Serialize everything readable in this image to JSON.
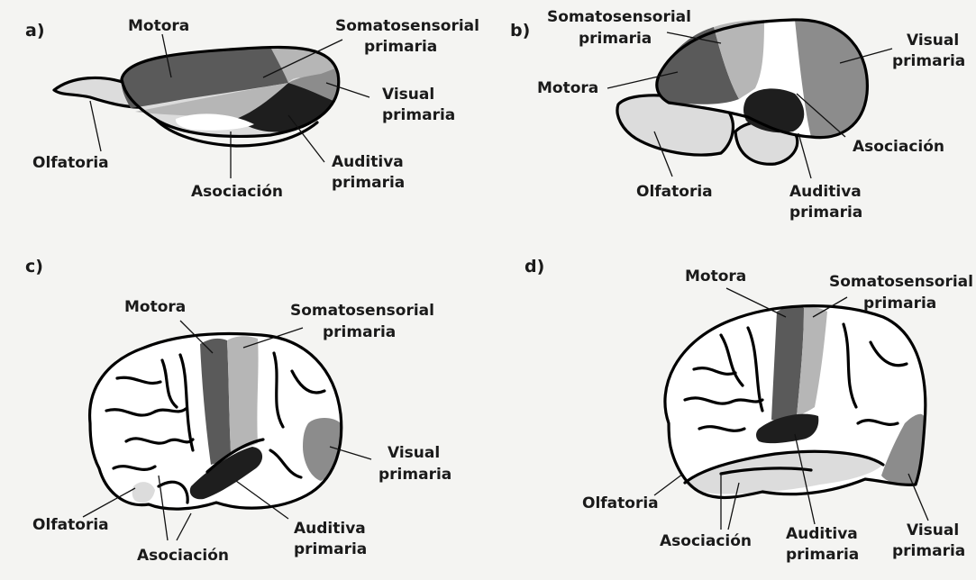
{
  "colors": {
    "background": "#f4f4f2",
    "motora": "#5a5a5a",
    "somatosensorial": "#b6b6b6",
    "visual": "#8c8c8c",
    "auditiva": "#1e1e1e",
    "asociacion": "#ffffff",
    "olfatoria": "#dcdcdc"
  },
  "panels": [
    {
      "letter": "a)",
      "labels": {
        "motora": "Motora",
        "somato_1": "Somatosensorial",
        "somato_2": "primaria",
        "visual_1": "Visual",
        "visual_2": "primaria",
        "auditiva_1": "Auditiva",
        "auditiva_2": "primaria",
        "asociacion": "Asociación",
        "olfatoria": "Olfatoria"
      }
    },
    {
      "letter": "b)",
      "labels": {
        "somato_1": "Somatosensorial",
        "somato_2": "primaria",
        "motora": "Motora",
        "visual_1": "Visual",
        "visual_2": "primaria",
        "asociacion": "Asociación",
        "olfatoria": "Olfatoria",
        "auditiva_1": "Auditiva",
        "auditiva_2": "primaria"
      }
    },
    {
      "letter": "c)",
      "labels": {
        "motora": "Motora",
        "somato_1": "Somatosensorial",
        "somato_2": "primaria",
        "visual_1": "Visual",
        "visual_2": "primaria",
        "olfatoria": "Olfatoria",
        "asociacion": "Asociación",
        "auditiva_1": "Auditiva",
        "auditiva_2": "primaria"
      }
    },
    {
      "letter": "d)",
      "labels": {
        "motora": "Motora",
        "somato_1": "Somatosensorial",
        "somato_2": "primaria",
        "olfatoria": "Olfatoria",
        "asociacion": "Asociación",
        "auditiva_1": "Auditiva",
        "auditiva_2": "primaria",
        "visual_1": "Visual",
        "visual_2": "primaria"
      }
    }
  ]
}
